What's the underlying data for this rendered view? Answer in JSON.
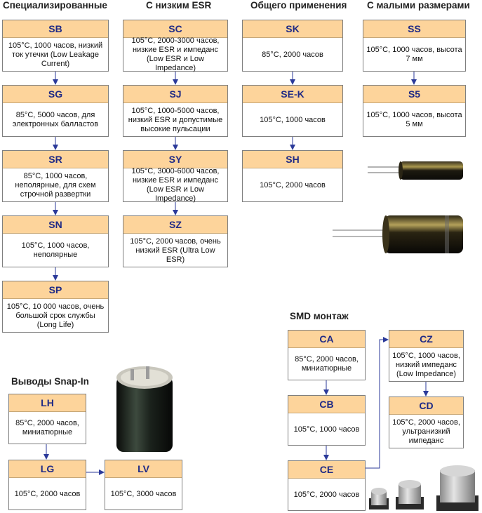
{
  "headings": {
    "specialized": "Специализированные",
    "low_esr": "С низким ESR",
    "general": "Общего применения",
    "small": "С малыми размерами",
    "smd": "SMD монтаж",
    "snapin": "Выводы Snap-In"
  },
  "boxes": {
    "SB": {
      "code": "SB",
      "desc": "105°C, 1000 часов, низкий ток утечки (Low Leakage Current)"
    },
    "SG": {
      "code": "SG",
      "desc": "85°C, 5000 часов, для электронных балластов"
    },
    "SR": {
      "code": "SR",
      "desc": "85°C, 1000 часов, неполярные, для схем строчной развертки"
    },
    "SN": {
      "code": "SN",
      "desc": "105°C, 1000 часов, неполярные"
    },
    "SP": {
      "code": "SP",
      "desc": "105°C, 10 000 часов, очень большой срок службы (Long Life)"
    },
    "SC": {
      "code": "SC",
      "desc": "105°C, 2000-3000 часов, низкие ESR и импеданс (Low ESR и Low Impedance)"
    },
    "SJ": {
      "code": "SJ",
      "desc": "105°C, 1000-5000 часов, низкий ESR и допустимые высокие пульсации"
    },
    "SY": {
      "code": "SY",
      "desc": "105°C, 3000-6000 часов, низкие ESR и импеданс (Low ESR и Low Impedance)"
    },
    "SZ": {
      "code": "SZ",
      "desc": "105°C, 2000 часов, очень низкий ESR (Ultra Low ESR)"
    },
    "SK": {
      "code": "SK",
      "desc": "85°C, 2000 часов"
    },
    "SEK": {
      "code": "SE-K",
      "desc": "105°C, 1000 часов"
    },
    "SH": {
      "code": "SH",
      "desc": "105°C, 2000 часов"
    },
    "SS": {
      "code": "SS",
      "desc": "105°C, 1000 часов, высота 7 мм"
    },
    "S5": {
      "code": "S5",
      "desc": "105°C, 1000 часов, высота 5 мм"
    },
    "CA": {
      "code": "CA",
      "desc": "85°C, 2000 часов, миниатюрные"
    },
    "CB": {
      "code": "CB",
      "desc": "105°C, 1000 часов"
    },
    "CE": {
      "code": "CE",
      "desc": "105°C, 2000 часов"
    },
    "CZ": {
      "code": "CZ",
      "desc": "105°C, 1000 часов, низкий импеданс (Low Impedance)"
    },
    "CD": {
      "code": "CD",
      "desc": "105°C, 2000 часов, ультранизкий импеданс"
    },
    "LH": {
      "code": "LH",
      "desc": "85°C, 2000 часов, миниатюрные"
    },
    "LG": {
      "code": "LG",
      "desc": "105°C, 2000 часов"
    },
    "LV": {
      "code": "LV",
      "desc": "105°C, 3000 часов"
    }
  },
  "colors": {
    "code_fill": "#fdd49b",
    "code_text": "#1f2a86",
    "arrow": "#2b3a9a"
  },
  "icons": [
    "capacitor-radial-small",
    "capacitor-radial-large",
    "capacitor-snapin",
    "capacitor-smd"
  ]
}
